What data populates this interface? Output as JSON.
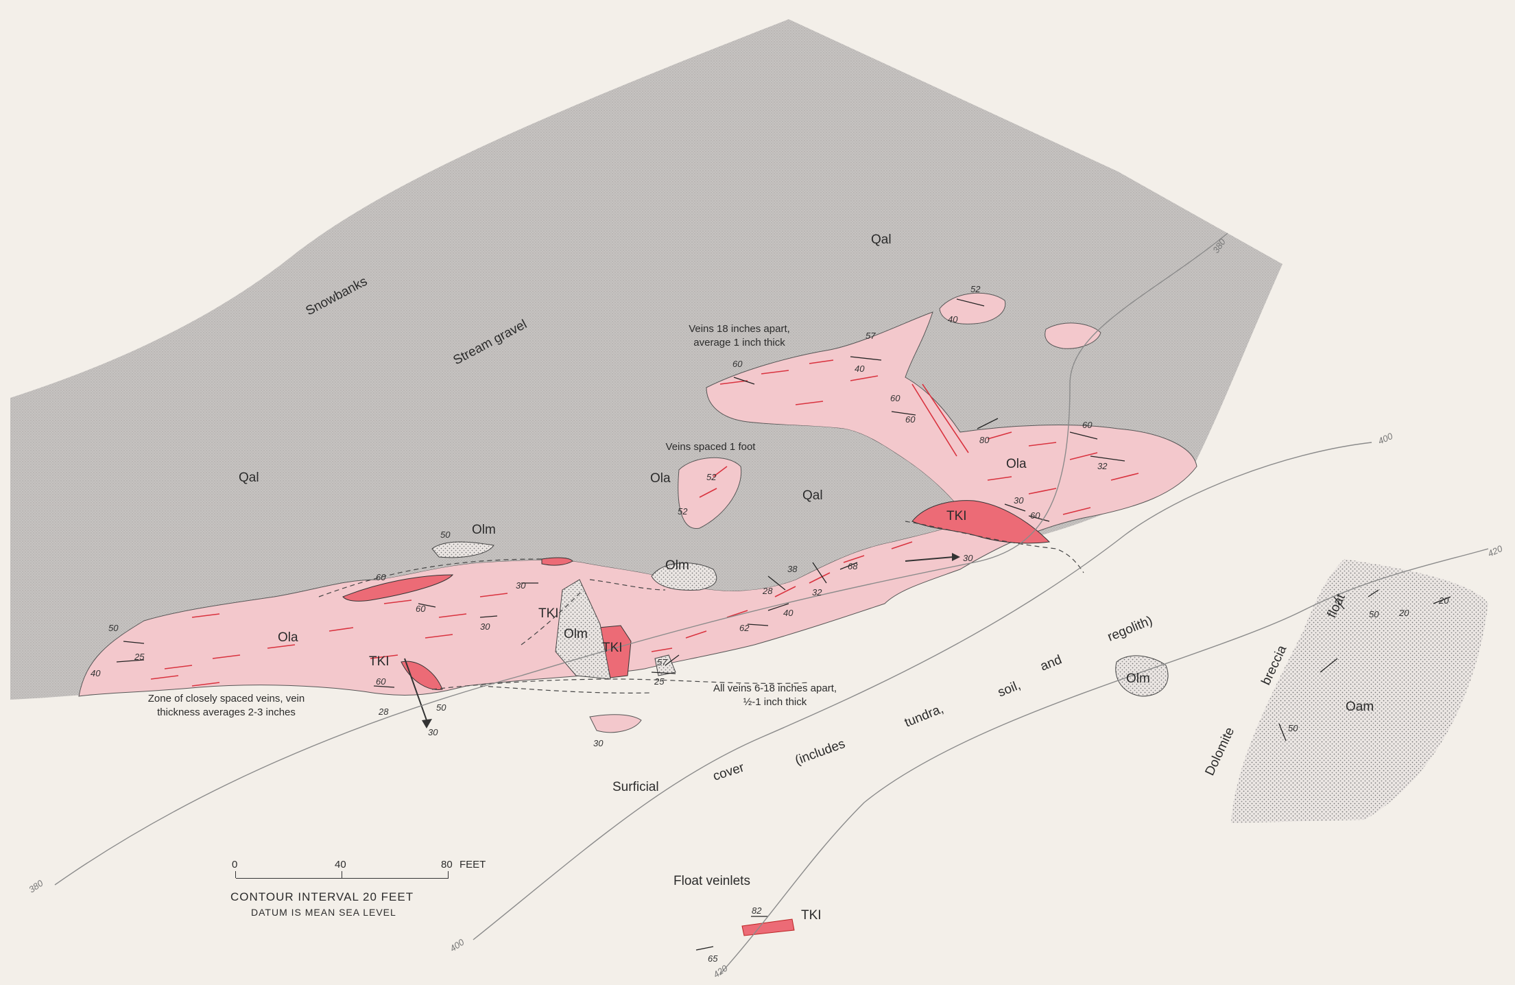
{
  "units": {
    "qal": "Qal",
    "ola": "Ola",
    "olm": "Olm",
    "tki": "TKI",
    "oam": "Oam"
  },
  "notes": {
    "snowbanks": "Snowbanks",
    "stream_gravel": "Stream gravel",
    "veins_18_line1": "Veins 18 inches apart,",
    "veins_18_line2": "average 1 inch thick",
    "veins_spaced": "Veins spaced 1 foot",
    "zone_line1": "Zone of closely spaced veins, vein",
    "zone_line2": "thickness averages 2-3 inches",
    "all_veins_line1": "All veins 6-18 inches apart,",
    "all_veins_line2": "½-1 inch thick",
    "float_veinlets": "Float veinlets",
    "surficial_words": [
      "Surficial",
      "cover",
      "(includes",
      "tundra,",
      "soil,",
      "and",
      "regolith)"
    ],
    "dolomite_words": [
      "Dolomite",
      "breccia",
      "float"
    ]
  },
  "scale": {
    "ticks": [
      "0",
      "40",
      "80"
    ],
    "unit": "FEET",
    "contour_interval": "CONTOUR INTERVAL 20 FEET",
    "datum": "DATUM IS MEAN SEA LEVEL"
  },
  "contour_labels": {
    "c380_top": "380",
    "c400_top": "400",
    "c420_top": "420",
    "c380_bottom": "380",
    "c400_bottom": "400",
    "c420_bottom": "420"
  },
  "dips": {
    "d52a": "52",
    "d40a": "40",
    "d57": "57",
    "d40b": "40",
    "d60a": "60",
    "d60b": "60",
    "d60c": "60",
    "d80": "80",
    "d60d": "60",
    "d32a": "32",
    "d30a": "30",
    "d60e": "60",
    "d30b": "30",
    "d52b": "52",
    "d52c": "52",
    "d50a": "50",
    "d60f": "60",
    "d60g": "60",
    "d30c": "30",
    "d30d": "30",
    "d50b": "50",
    "d25a": "25",
    "d40c": "40",
    "d60h": "60",
    "d28a": "28",
    "d50c": "50",
    "d30e": "30",
    "d38": "38",
    "d28b": "28",
    "d68": "68",
    "d32b": "32",
    "d40d": "40",
    "d62": "62",
    "d57b": "57",
    "d25b": "25",
    "d30f": "30",
    "d20a": "20",
    "d20b": "20",
    "d50d": "50",
    "d50e": "50",
    "d82": "82",
    "d65": "65"
  },
  "colors": {
    "paper": "#f3efe9",
    "alluvium": "#c9c6c4",
    "ola": "#f3c8cc",
    "tki": "#ec6b76",
    "vein": "#d9323e"
  }
}
